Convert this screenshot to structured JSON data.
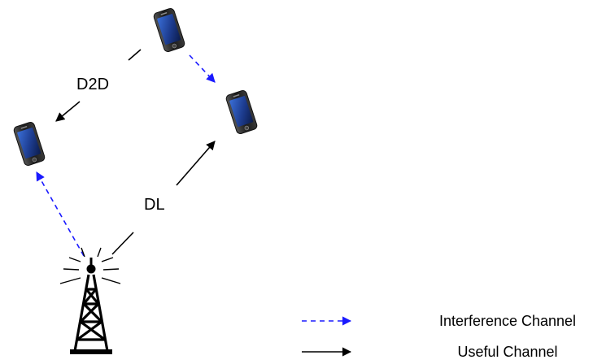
{
  "labels": {
    "d2d": "D2D",
    "dl": "DL"
  },
  "legend": {
    "interference": "Interference Channel",
    "useful": "Useful Channel"
  },
  "icons": {
    "phone": "smartphone-icon",
    "tower": "cell-tower-icon"
  },
  "colors": {
    "interference": "#1a1aff",
    "useful": "#000000",
    "phone_screen": "#1d3c8f",
    "phone_body": "#1b1b1b"
  }
}
